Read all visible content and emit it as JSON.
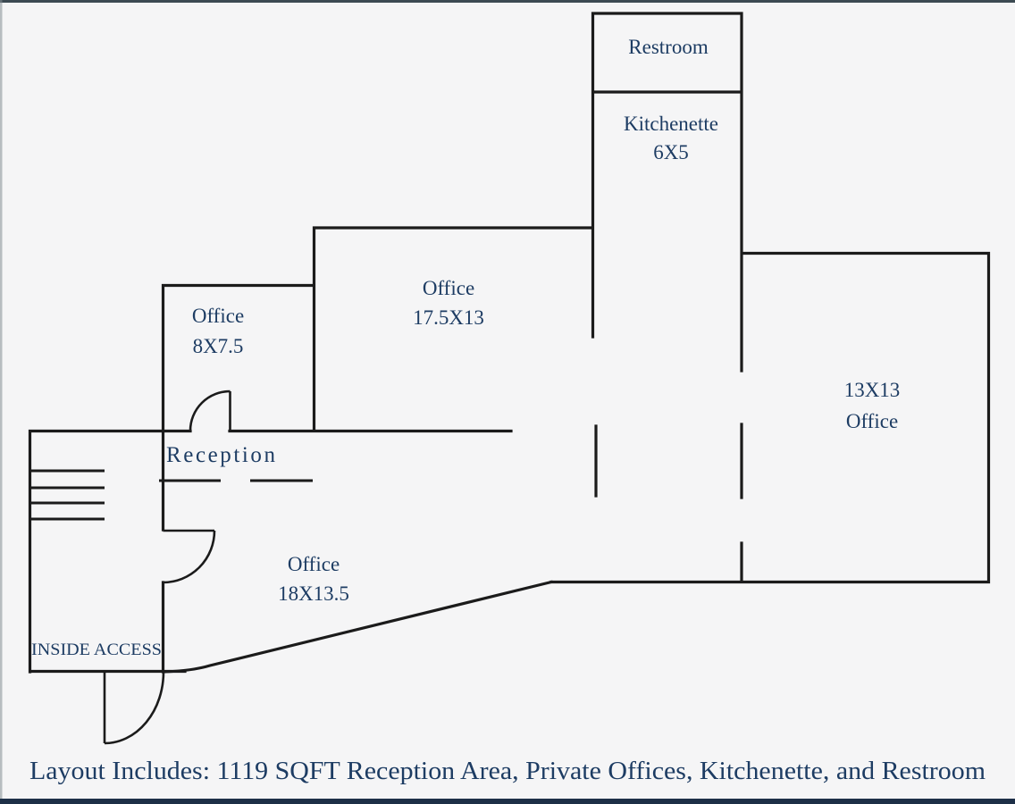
{
  "colors": {
    "wall": "#1b1b1b",
    "text": "#1d3c63",
    "background": "#f5f5f6",
    "frame_top": "#3c4a52",
    "frame_bottom": "#1d2f47"
  },
  "rooms": {
    "restroom": {
      "label": "Restroom"
    },
    "kitchenette": {
      "label": "Kitchenette",
      "dimensions": "6X5"
    },
    "office_medium": {
      "label": "Office",
      "dimensions": "17.5X13"
    },
    "office_small": {
      "label": "Office",
      "dimensions": "8X7.5"
    },
    "reception": {
      "label": "Reception"
    },
    "office_right": {
      "dimensions": "13X13",
      "label": "Office"
    },
    "office_large": {
      "label": "Office",
      "dimensions": "18X13.5"
    }
  },
  "annotations": {
    "inside_access": "INSIDE ACCESS",
    "caption": "Layout Includes: 1119 SQFT Reception Area, Private Offices, Kitchenette, and Restroom"
  }
}
